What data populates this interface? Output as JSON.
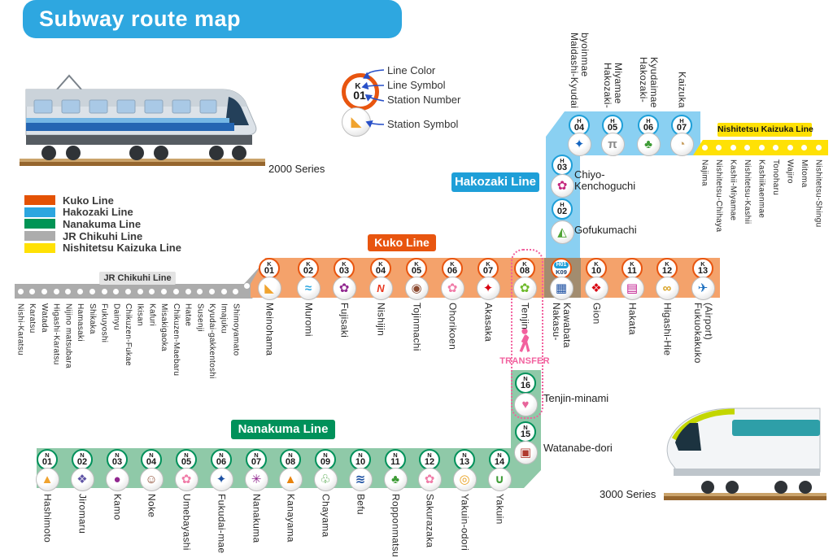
{
  "header": {
    "title": "Subway route map",
    "color": "#2EA7E0"
  },
  "symbol_legend": {
    "line_symbol": "K",
    "station_number": "01",
    "sample_glyph": "◣",
    "sample_color": "#F0A32E",
    "labels": {
      "line_color": "Line Color",
      "line_symbol": "Line Symbol",
      "station_number": "Station Number",
      "station_symbol": "Station Symbol"
    }
  },
  "trains": {
    "t2000": "2000 Series",
    "t3000": "3000 Series"
  },
  "line_legend": [
    {
      "label": "Kuko Line",
      "color": "#E45204"
    },
    {
      "label": "Hakozaki Line",
      "color": "#2CA6E0"
    },
    {
      "label": "Nanakuma Line",
      "color": "#019455"
    },
    {
      "label": "JR Chikuhi Line",
      "color": "#ACACAC"
    },
    {
      "label": "Nishitetsu Kaizuka Line",
      "color": "#FFE105"
    }
  ],
  "transfer_label": "TRANSFER",
  "lines": {
    "kuko": {
      "badge": "Kuko Line",
      "symbol": "K",
      "color": "#E8550F",
      "band_color": "#F4A26B",
      "stations": [
        {
          "num": "01",
          "name": "Meinohama",
          "icon": "sail-icon",
          "glyph": "◣",
          "glyph_color": "#F0A32E"
        },
        {
          "num": "02",
          "name": "Muromi",
          "icon": "waves-icon",
          "glyph": "≈",
          "glyph_color": "#2EA7E0"
        },
        {
          "num": "03",
          "name": "Fujisaki",
          "icon": "wisteria-icon",
          "glyph": "✿",
          "glyph_color": "#91278F"
        },
        {
          "num": "04",
          "name": "Nishijin",
          "icon": "letter-n-icon",
          "glyph": "N",
          "glyph_color": "#E83820"
        },
        {
          "num": "05",
          "name": "Tojinmachi",
          "icon": "pot-icon",
          "glyph": "◉",
          "glyph_color": "#8C4B32"
        },
        {
          "num": "06",
          "name": "Ohorikoen",
          "icon": "cherry-blossom-icon",
          "glyph": "✿",
          "glyph_color": "#F07CA8"
        },
        {
          "num": "07",
          "name": "Akasaka",
          "icon": "figure-icon",
          "glyph": "✦",
          "glyph_color": "#D7000F"
        },
        {
          "num": "08",
          "name": "Tenjin",
          "icon": "plum-flower-icon",
          "glyph": "✿",
          "glyph_color": "#6FBA2C"
        },
        {
          "num": "09",
          "junction": true,
          "codes": [
            "H01",
            "K09"
          ],
          "name": "Nakasu-\nKawabata",
          "icon": "textile-icon",
          "glyph": "▦",
          "glyph_color": "#1D50A2",
          "overlap_color": "#A28C6F"
        },
        {
          "num": "10",
          "name": "Gion",
          "icon": "festival-icon",
          "glyph": "❖",
          "glyph_color": "#D7000F"
        },
        {
          "num": "11",
          "name": "Hakata",
          "icon": "textile-stripe-icon",
          "glyph": "▤",
          "glyph_color": "#C0188C"
        },
        {
          "num": "12",
          "name": "Higashi-Hie",
          "icon": "knot-icon",
          "glyph": "∞",
          "glyph_color": "#D7A020"
        },
        {
          "num": "13",
          "name": "Fukuokakuko\n(Airport)",
          "icon": "airplane-icon",
          "glyph": "✈",
          "glyph_color": "#1D6FBF"
        }
      ]
    },
    "hakozaki": {
      "badge": "Hakozaki Line",
      "symbol": "H",
      "color": "#1E9FD8",
      "band_color": "#8AD0F2",
      "top_stations": [
        {
          "num": "04",
          "name": "Maidashi-Kyudai\nbyoinmae",
          "icon": "bird-icon",
          "glyph": "✦",
          "glyph_color": "#1565C0"
        },
        {
          "num": "05",
          "name": "Hakozaki-\nMiyamae",
          "icon": "torii-icon",
          "glyph": "π",
          "glyph_color": "#8A8A8A"
        },
        {
          "num": "06",
          "name": "Hakozaki-\nKyudaimae",
          "icon": "pine-icon",
          "glyph": "♣",
          "glyph_color": "#3D9B35"
        },
        {
          "num": "07",
          "name": "Kaizuka",
          "icon": "shell-icon",
          "glyph": "◔",
          "glyph_color": "#C8A063"
        }
      ],
      "side_stations": [
        {
          "num": "03",
          "name": "Chiyo-\nKenchoguchi",
          "icon": "peony-icon",
          "glyph": "✿",
          "glyph_color": "#C4287D"
        },
        {
          "num": "02",
          "name": "Gofukumachi",
          "icon": "ship-icon",
          "glyph": "◭",
          "glyph_color": "#4FA436"
        }
      ]
    },
    "nanakuma": {
      "badge": "Nanakuma Line",
      "symbol": "N",
      "color": "#00915A",
      "band_color": "#8FC9A8",
      "stations": [
        {
          "num": "01",
          "name": "Hashimoto",
          "icon": "basket-icon",
          "glyph": "▲",
          "glyph_color": "#F0A32E"
        },
        {
          "num": "02",
          "name": "Jiromaru",
          "icon": "jiromaru-icon",
          "glyph": "❖",
          "glyph_color": "#5F54A5"
        },
        {
          "num": "03",
          "name": "Kamo",
          "icon": "duck-icon",
          "glyph": "●",
          "glyph_color": "#91278F"
        },
        {
          "num": "04",
          "name": "Noke",
          "icon": "mask-icon",
          "glyph": "☺",
          "glyph_color": "#8C4B32"
        },
        {
          "num": "05",
          "name": "Umebayashi",
          "icon": "plum-blossom-icon",
          "glyph": "✿",
          "glyph_color": "#F07CA8"
        },
        {
          "num": "06",
          "name": "Fukudai-mae",
          "icon": "bird-icon",
          "glyph": "✦",
          "glyph_color": "#1D50A2"
        },
        {
          "num": "07",
          "name": "Nanakuma",
          "icon": "seven-cluster-icon",
          "glyph": "✳",
          "glyph_color": "#91278F"
        },
        {
          "num": "08",
          "name": "Kanayama",
          "icon": "mountain-icon",
          "glyph": "▲",
          "glyph_color": "#E8820C"
        },
        {
          "num": "09",
          "name": "Chayama",
          "icon": "tea-leaf-icon",
          "glyph": "♧",
          "glyph_color": "#3D9B35"
        },
        {
          "num": "10",
          "name": "Befu",
          "icon": "bridge-icon",
          "glyph": "≋",
          "glyph_color": "#1D50A2"
        },
        {
          "num": "11",
          "name": "Ropponmatsu",
          "icon": "pine-icon",
          "glyph": "♣",
          "glyph_color": "#3D9B35"
        },
        {
          "num": "12",
          "name": "Sakurazaka",
          "icon": "petal-icon",
          "glyph": "✿",
          "glyph_color": "#F07CA8"
        },
        {
          "num": "13",
          "name": "Yakuin-odori",
          "icon": "circles-icon",
          "glyph": "◎",
          "glyph_color": "#E8A020"
        },
        {
          "num": "14",
          "name": "Yakuin",
          "icon": "mortar-icon",
          "glyph": "∪",
          "glyph_color": "#3D9B35"
        }
      ],
      "side_stations": [
        {
          "num": "16",
          "name": "Tenjin-minami",
          "icon": "dolls-icon",
          "glyph": "♥",
          "glyph_color": "#E8649B"
        },
        {
          "num": "15",
          "name": "Watanabe-dori",
          "icon": "tram-icon",
          "glyph": "▣",
          "glyph_color": "#B03A2E"
        }
      ]
    },
    "jr": {
      "badge": "JR Chikuhi Line",
      "color": "#ACACAC",
      "badge_bg": "#E3E3E3",
      "stations": [
        "Nishi-Karatsu",
        "Karatsu",
        "Watada",
        "Higashi-Karatsu",
        "Nijino matsubara",
        "Hamasaki",
        "Shikaka",
        "Fukuyoshi",
        "Dainyu",
        "Chikuzen-Fukae",
        "Ikisan",
        "Kafuri",
        "Misakigaoka",
        "Chikuzen-Maebaru",
        "Hatae",
        "Susenji",
        "Kyudai-gakkentoshi",
        "Imajuku",
        "Shimoyamato"
      ]
    },
    "kaizuka": {
      "badge": "Nishitetsu Kaizuka Line",
      "color": "#FFE105",
      "stations": [
        "Najima",
        "Nishitetsu-Chihaya",
        "Kashii-Miyamae",
        "Nishitetsu-Kashii",
        "Kashiikaenmae",
        "Tonoharu",
        "Wajiro",
        "Mitoma",
        "Nishitetsu-Shingu"
      ]
    }
  }
}
